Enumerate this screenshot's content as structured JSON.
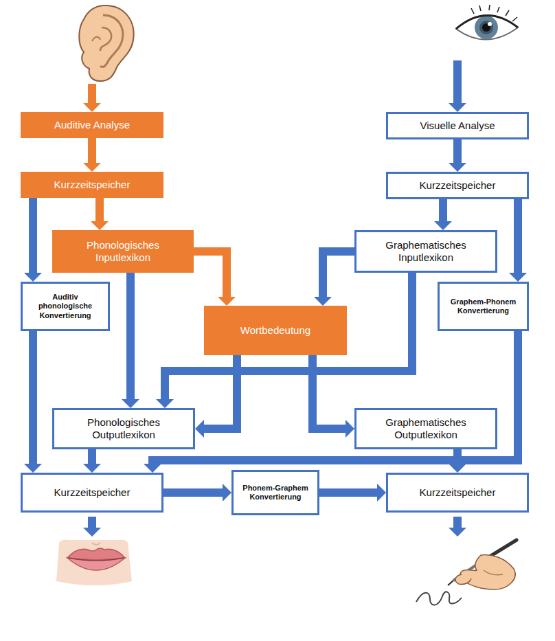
{
  "diagram": {
    "nodes": [
      {
        "text": [
          "Auditive Analyse"
        ]
      },
      {
        "text": [
          "Visuelle Analyse"
        ]
      },
      {
        "text": [
          "Kurzzeitspeicher"
        ]
      },
      {
        "text": [
          "Kurzzeitspeicher"
        ]
      },
      {
        "text": [
          "Phonologisches Inputlexikon"
        ]
      },
      {
        "text": [
          "Graphematisches Inputlexikon"
        ]
      },
      {
        "text": [
          "Auditiv phonologische Konvertierung"
        ]
      },
      {
        "text": [
          "Wortbedeutung"
        ]
      },
      {
        "text": [
          "Graphem-Phonem Konvertierung"
        ]
      },
      {
        "text": [
          "Phonologisches Outputlexikon"
        ]
      },
      {
        "text": [
          "Graphematisches Outputlexikon"
        ]
      },
      {
        "text": [
          "Kurzzeitspeicher"
        ]
      },
      {
        "text": [
          "Phonem-Graphem Konvertierung"
        ]
      },
      {
        "text": [
          "Kurzzeitspeicher"
        ]
      }
    ],
    "edges": [
      {
        "from": 0,
        "to": 2,
        "arrow": "to"
      },
      {
        "from": 2,
        "to": 4,
        "arrow": "to"
      },
      {
        "from": 2,
        "to": 6,
        "arrow": "to"
      },
      {
        "from": 4,
        "to": 7,
        "arrow": "to"
      },
      {
        "from": 4,
        "to": 9,
        "arrow": "to"
      },
      {
        "from": 6,
        "to": 11,
        "arrow": "to"
      },
      {
        "from": 1,
        "to": 3,
        "arrow": "to"
      },
      {
        "from": 3,
        "to": 5,
        "arrow": "to"
      },
      {
        "from": 3,
        "to": 8,
        "arrow": "to"
      },
      {
        "from": 5,
        "to": 7,
        "arrow": "to"
      },
      {
        "from": 5,
        "to": 9,
        "arrow": "to"
      },
      {
        "from": 7,
        "to": 9,
        "arrow": "to"
      },
      {
        "from": 7,
        "to": 10,
        "arrow": "to"
      },
      {
        "from": 9,
        "to": 11,
        "arrow": "to"
      },
      {
        "from": 8,
        "to": 11,
        "arrow": "to"
      },
      {
        "from": 10,
        "to": 13,
        "arrow": "to"
      },
      {
        "from": 11,
        "to": 12,
        "arrow": "to"
      },
      {
        "from": 12,
        "to": 13,
        "arrow": "to"
      }
    ]
  }
}
